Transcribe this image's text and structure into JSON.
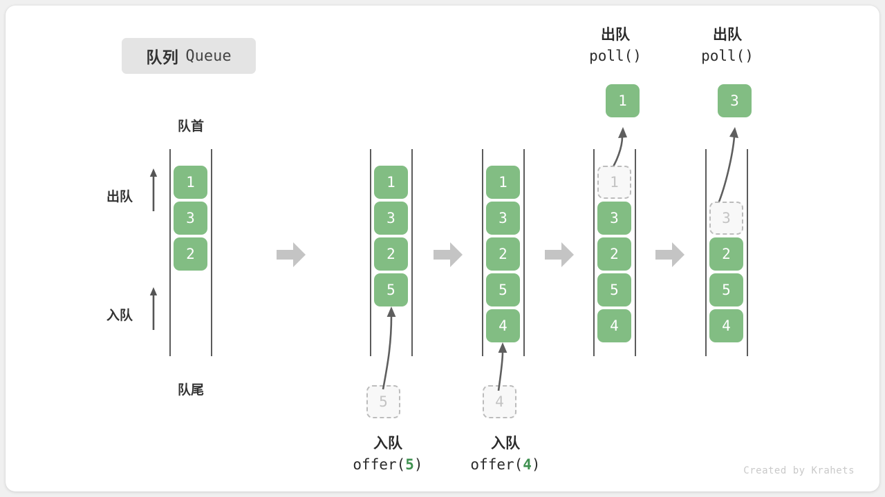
{
  "title": {
    "cn": "队列",
    "en": "Queue"
  },
  "labels": {
    "head": "队首",
    "tail": "队尾",
    "dequeue": "出队",
    "enqueue": "入队"
  },
  "colors": {
    "box_fill": "#82bd83",
    "box_text": "#ffffff",
    "ghost_fill": "#f8f8f8",
    "ghost_border": "#bcbcbc",
    "ghost_text": "#c3c3c3",
    "channel_line": "#5b5b5b",
    "transition_arrow": "#c4c4c4",
    "accent_green": "#3f9150",
    "badge_bg": "#e4e4e4",
    "text_dark": "#333333",
    "footer_text": "#c9c9c9"
  },
  "columns": [
    {
      "name": "initial-queue",
      "items": [
        "1",
        "3",
        "2"
      ],
      "ghost_index": null,
      "ghost_value": null,
      "empty_slots_before": 0
    },
    {
      "name": "after-offer-5",
      "items": [
        "1",
        "3",
        "2",
        "5"
      ],
      "ghost_index": null,
      "ghost_value": null,
      "empty_slots_before": 0
    },
    {
      "name": "after-offer-4",
      "items": [
        "1",
        "3",
        "2",
        "5",
        "4"
      ],
      "ghost_index": null,
      "ghost_value": null,
      "empty_slots_before": 0
    },
    {
      "name": "poll-1",
      "items": [
        "3",
        "2",
        "5",
        "4"
      ],
      "ghost_index": 0,
      "ghost_value": "1",
      "empty_slots_before": 0
    },
    {
      "name": "poll-3",
      "items": [
        "2",
        "5",
        "4"
      ],
      "ghost_index": 1,
      "ghost_value": "3",
      "empty_slots_before": 1
    }
  ],
  "operations": {
    "offer5": {
      "cn": "入队",
      "code_prefix": "offer(",
      "code_arg": "5",
      "code_suffix": ")",
      "ghost_value": "5"
    },
    "offer4": {
      "cn": "入队",
      "code_prefix": "offer(",
      "code_arg": "4",
      "code_suffix": ")",
      "ghost_value": "4"
    },
    "poll1": {
      "cn": "出队",
      "code": "poll()",
      "popped_value": "1"
    },
    "poll3": {
      "cn": "出队",
      "code": "poll()",
      "popped_value": "3"
    }
  },
  "footer": "Created by Krahets"
}
